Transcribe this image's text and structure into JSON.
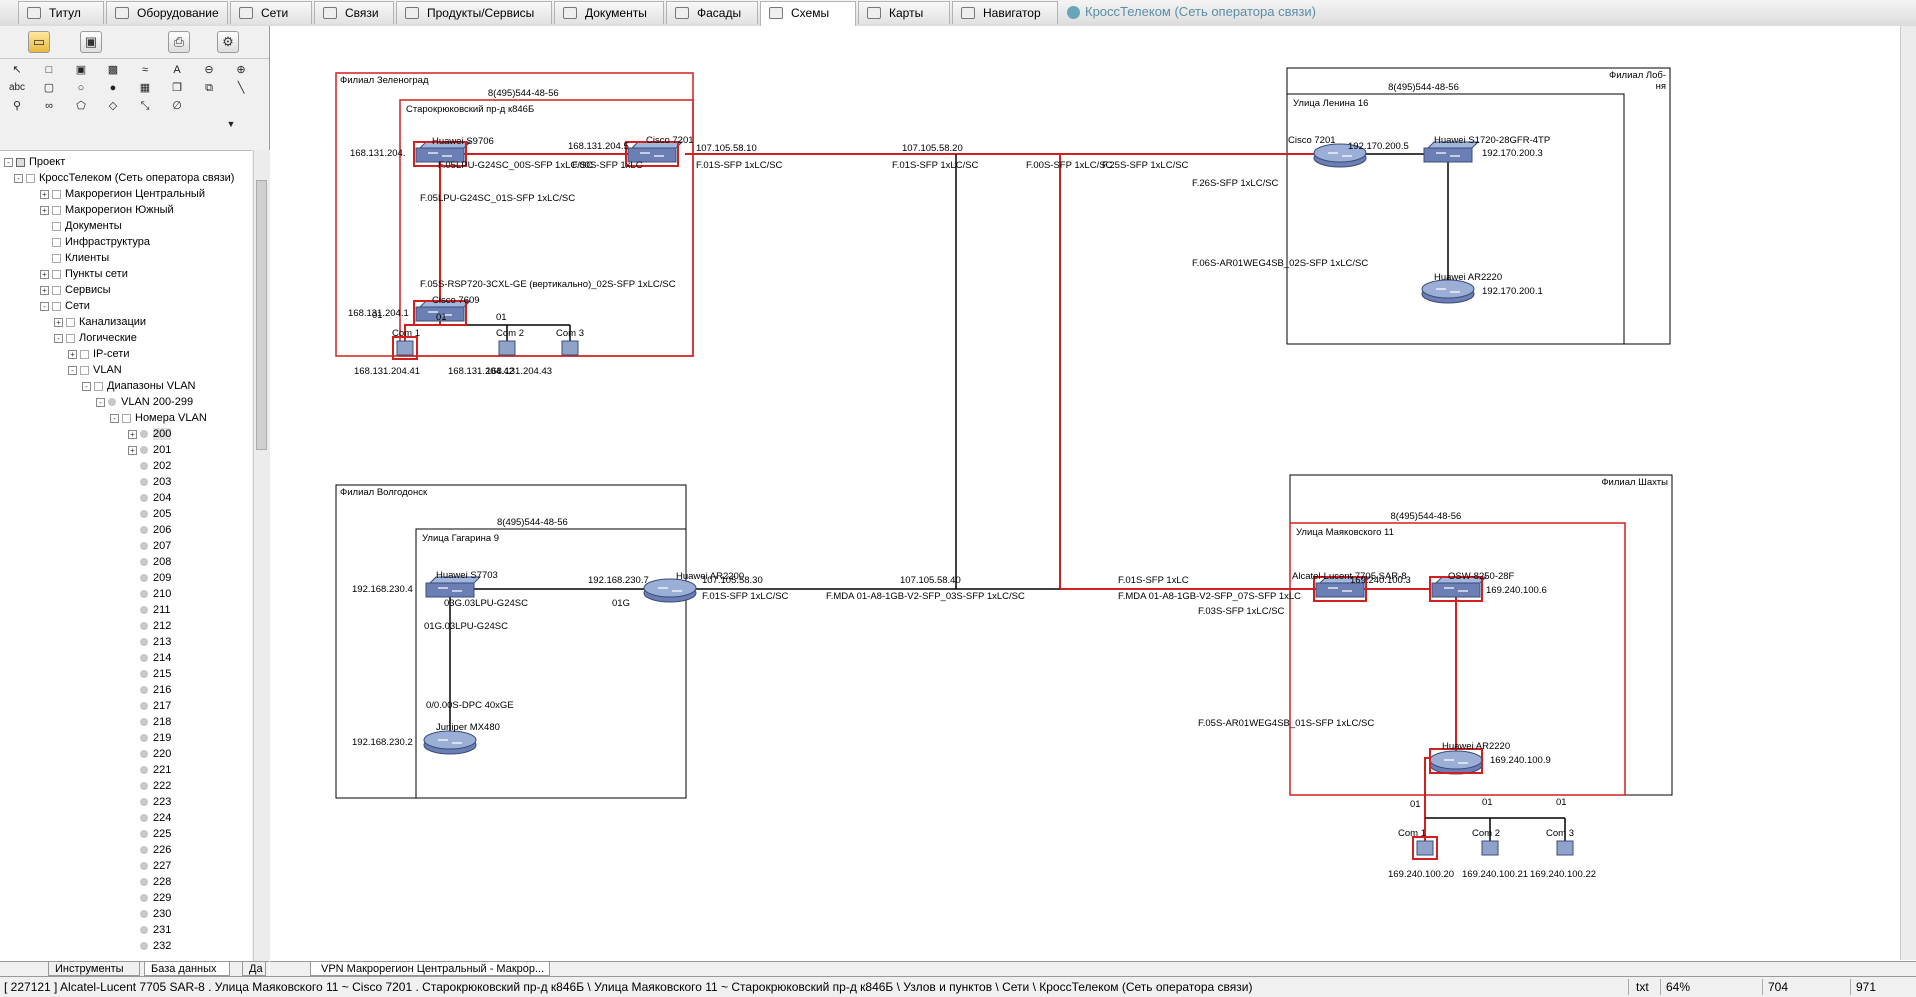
{
  "top_tabs": [
    {
      "label": "Титул",
      "icon": "title-icon"
    },
    {
      "label": "Оборудование",
      "icon": "equipment-icon"
    },
    {
      "label": "Сети",
      "icon": "network-icon"
    },
    {
      "label": "Связи",
      "icon": "links-icon"
    },
    {
      "label": "Продукты/Сервисы",
      "icon": "products-icon"
    },
    {
      "label": "Документы",
      "icon": "documents-icon"
    },
    {
      "label": "Фасады",
      "icon": "facades-icon"
    },
    {
      "label": "Схемы",
      "icon": "schemes-icon"
    },
    {
      "label": "Карты",
      "icon": "maps-icon"
    },
    {
      "label": "Навигатор",
      "icon": "navigator-icon"
    }
  ],
  "window_title": "КроссТелеком (Сеть оператора связи)",
  "tree": [
    {
      "label": "Проект",
      "exp": "-",
      "chk": false
    },
    {
      "label": "КроссТелеком (Сеть оператора связи)",
      "exp": "-",
      "chk": true
    },
    {
      "label": "Макрорегион Центральный",
      "exp": "+",
      "chk": true
    },
    {
      "label": "Макрорегион Южный",
      "exp": "+",
      "chk": true
    },
    {
      "label": "Документы",
      "exp": "",
      "chk": true
    },
    {
      "label": "Инфраструктура",
      "exp": "",
      "chk": true
    },
    {
      "label": "Клиенты",
      "exp": "",
      "chk": true
    },
    {
      "label": "Пункты сети",
      "exp": "+",
      "chk": true
    },
    {
      "label": "Сервисы",
      "exp": "+",
      "chk": true
    },
    {
      "label": "Сети",
      "exp": "-",
      "chk": true
    },
    {
      "label": "Канализации",
      "exp": "+",
      "chk": true
    },
    {
      "label": "Логические",
      "exp": "-",
      "chk": true
    },
    {
      "label": "IP-сети",
      "exp": "+",
      "chk": true
    },
    {
      "label": "VLAN",
      "exp": "-",
      "chk": true
    },
    {
      "label": "Диапазоны VLAN",
      "exp": "-",
      "chk": true
    },
    {
      "label": "VLAN 200-299",
      "exp": "-",
      "chk": false
    },
    {
      "label": "Номера VLAN",
      "exp": "-",
      "chk": true
    },
    {
      "label": "200",
      "exp": "+",
      "chk": false
    },
    {
      "label": "201",
      "exp": "+",
      "chk": false
    },
    {
      "label": "202"
    },
    {
      "label": "203"
    },
    {
      "label": "204"
    },
    {
      "label": "205"
    },
    {
      "label": "206"
    },
    {
      "label": "207"
    },
    {
      "label": "208"
    },
    {
      "label": "209"
    },
    {
      "label": "210"
    },
    {
      "label": "211"
    },
    {
      "label": "212"
    },
    {
      "label": "213"
    },
    {
      "label": "214"
    },
    {
      "label": "215"
    },
    {
      "label": "216"
    },
    {
      "label": "217"
    },
    {
      "label": "218"
    },
    {
      "label": "219"
    },
    {
      "label": "220"
    },
    {
      "label": "221"
    },
    {
      "label": "222"
    },
    {
      "label": "223"
    },
    {
      "label": "224"
    },
    {
      "label": "225"
    },
    {
      "label": "226"
    },
    {
      "label": "227"
    },
    {
      "label": "228"
    },
    {
      "label": "229"
    },
    {
      "label": "230"
    },
    {
      "label": "231"
    },
    {
      "label": "232"
    }
  ],
  "left_tabs": [
    "Инструменты",
    "База данных",
    "Да"
  ],
  "canvas_tab": "VPN Макрорегион Центральный - Макрор...",
  "status": {
    "path": "[ 227121 ] Alcatel-Lucent 7705 SAR-8 . Улица Маяковского 11 ~ Cisco 7201 . Старокрюковский пр-д к846Б \\ Улица Маяковского 11 ~ Старокрюковский пр-д к846Б \\ Узлов и пунктов \\ Сети \\ КроссТелеком (Сеть оператора связи)",
    "mode": "txt",
    "zoom": "64%",
    "x": "704",
    "y": "971"
  },
  "diagram": {
    "boxes": [
      {
        "id": "zel",
        "label": "Филиал Зеленоград"
      },
      {
        "id": "zel_in",
        "label": "Старокрюковский пр-д к846Б",
        "phone": "8(495)544-48-56"
      },
      {
        "id": "lob",
        "label": "Филиал Лоб-\nня"
      },
      {
        "id": "lob_in",
        "label": "Улица Ленина 16",
        "phone": "8(495)544-48-56"
      },
      {
        "id": "vol",
        "label": "Филиал Волгодонск"
      },
      {
        "id": "vol_in",
        "label": "Улица Гагарина 9",
        "phone": "8(495)544-48-56"
      },
      {
        "id": "sha",
        "label": "Филиал Шахты"
      },
      {
        "id": "sha_in",
        "label": "Улица Маяковского 11",
        "phone": "8(495)544-48-56"
      }
    ],
    "devices": [
      {
        "id": "hS9706",
        "name": "Huawei S9706",
        "ip": "168.131.204.",
        "kind": "switch",
        "hl": true
      },
      {
        "id": "c7201a",
        "name": "Cisco 7201",
        "ip": "168.131.204.5",
        "kind": "switch",
        "hl": true
      },
      {
        "id": "c7609",
        "name": "Cisco 7609",
        "ip": "168.131.204.1",
        "kind": "switch",
        "hl": true
      },
      {
        "id": "com1a",
        "name": "Com 1",
        "ip": "168.131.204.41",
        "kind": "com",
        "hl": true
      },
      {
        "id": "com2a",
        "name": "Com 2",
        "ip": "168.131.204.42",
        "kind": "com",
        "hl": false
      },
      {
        "id": "com3a",
        "name": "Com 3",
        "ip": "168.131.204.43",
        "kind": "com",
        "hl": false
      },
      {
        "id": "c7201b",
        "name": "Cisco 7201",
        "ip": "192.170.200.5",
        "kind": "router",
        "hl": false
      },
      {
        "id": "hS1720",
        "name": "Huawei S1720-28GFR-4TP",
        "ip": "192.170.200.3",
        "kind": "switch",
        "hl": false
      },
      {
        "id": "hAR2220a",
        "name": "Huawei AR2220",
        "ip": "192.170.200.1",
        "kind": "router",
        "hl": false
      },
      {
        "id": "hS7703",
        "name": "Huawei S7703",
        "ip": "192.168.230.4",
        "kind": "switch",
        "hl": false
      },
      {
        "id": "hAR2200",
        "name": "Huawei AR2200",
        "ip": "192.168.230.7",
        "kind": "router",
        "hl": false
      },
      {
        "id": "jMX480",
        "name": "Juniper MX480",
        "ip": "192.168.230.2",
        "kind": "router",
        "hl": false
      },
      {
        "id": "al7705",
        "name": "Alcatel-Lucent 7705 SAR-8",
        "ip": "169.240.100.3",
        "kind": "switch",
        "hl": true
      },
      {
        "id": "osw",
        "name": "OSW-8250-28F",
        "ip": "169.240.100.6",
        "kind": "switch",
        "hl": true
      },
      {
        "id": "hAR2220b",
        "name": "Huawei AR2220",
        "ip": "169.240.100.9",
        "kind": "router",
        "hl": true
      },
      {
        "id": "com1b",
        "name": "Com 1",
        "ip": "169.240.100.20",
        "kind": "com",
        "hl": true
      },
      {
        "id": "com2b",
        "name": "Com 2",
        "ip": "169.240.100.21",
        "kind": "com",
        "hl": false
      },
      {
        "id": "com3b",
        "name": "Com 3",
        "ip": "169.240.100.22",
        "kind": "com",
        "hl": false
      }
    ],
    "labels": [
      {
        "id": "l1",
        "text": "F.05LPU-G24SC_00S-SFP 1xLC/SC"
      },
      {
        "id": "l2",
        "text": "F.00S-SFP 1xLC"
      },
      {
        "id": "l3",
        "text": "F.05LPU-G24SC_01S-SFP 1xLC/SC"
      },
      {
        "id": "l4",
        "text": "F.05S-RSP720-3CXL-GE (вертикально)_02S-SFP 1xLC/SC"
      },
      {
        "id": "l5",
        "text": "107.105.58.10"
      },
      {
        "id": "l6",
        "text": "F.01S-SFP 1xLC/SC"
      },
      {
        "id": "l7",
        "text": "107.105.58.20"
      },
      {
        "id": "l8",
        "text": "F.01S-SFP 1xLC/SC"
      },
      {
        "id": "l9",
        "text": "F.00S-SFP 1xLC/SC"
      },
      {
        "id": "l10",
        "text": "F.25S-SFP 1xLC/SC"
      },
      {
        "id": "l11",
        "text": "F.26S-SFP 1xLC/SC"
      },
      {
        "id": "l12",
        "text": "F.06S-AR01WEG4SB_02S-SFP 1xLC/SC"
      },
      {
        "id": "l13",
        "text": "03G.03LPU-G24SC"
      },
      {
        "id": "l14",
        "text": "01G.03LPU-G24SC"
      },
      {
        "id": "l15",
        "text": "01G"
      },
      {
        "id": "l16",
        "text": "107.105.58.30"
      },
      {
        "id": "l17",
        "text": "F.01S-SFP 1xLC/SC"
      },
      {
        "id": "l18",
        "text": "0/0.00S-DPC 40xGE"
      },
      {
        "id": "l19",
        "text": "107.105.58.40"
      },
      {
        "id": "l20",
        "text": "F.MDA 01-A8-1GB-V2-SFP_03S-SFP 1xLC/SC"
      },
      {
        "id": "l21",
        "text": "F.01S-SFP 1xLC"
      },
      {
        "id": "l22",
        "text": "F.MDA 01-A8-1GB-V2-SFP_07S-SFP 1xLC"
      },
      {
        "id": "l23",
        "text": "F.03S-SFP 1xLC/SC"
      },
      {
        "id": "l24",
        "text": "F.05S-AR01WEG4SB_01S-SFP 1xLC/SC"
      },
      {
        "id": "l25",
        "text": "01"
      },
      {
        "id": "l26",
        "text": "01"
      },
      {
        "id": "l27",
        "text": "01"
      },
      {
        "id": "l28",
        "text": "01"
      },
      {
        "id": "l29",
        "text": "01"
      },
      {
        "id": "l30",
        "text": "01"
      }
    ]
  }
}
